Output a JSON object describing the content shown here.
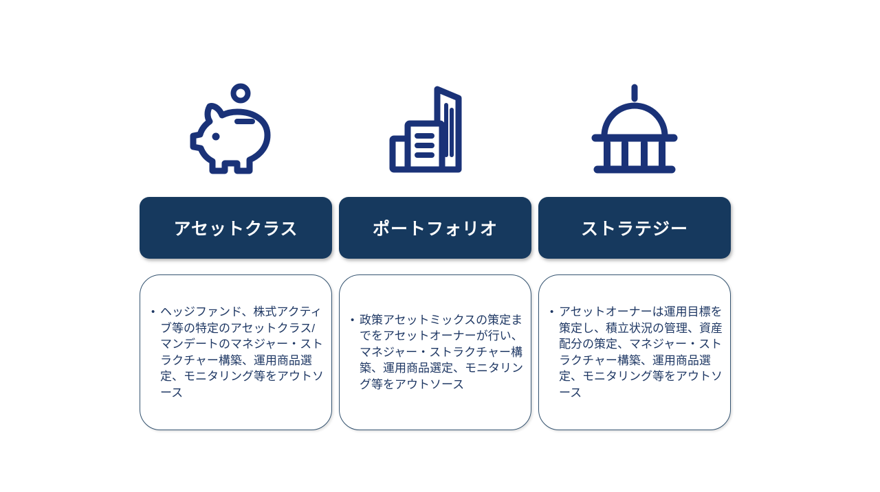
{
  "slide": {
    "background_color": "#ffffff",
    "band_color": "#16395E",
    "band_text_color": "#ffffff",
    "icon_color": "#1A3278",
    "body_text_color": "#1F3864",
    "card_border_color": "#33526F",
    "bullet_char": "•",
    "columns": [
      {
        "id": "asset-class",
        "icon": "piggy-bank-icon",
        "header": "アセットクラス",
        "body": "ヘッジファンド、株式アクティブ等の特定のアセットクラス/マンデートのマネジャー・ストラクチャー構築、運用商品選定、モニタリング等をアウトソース"
      },
      {
        "id": "portfolio",
        "icon": "city-buildings-icon",
        "header": "ポートフォリオ",
        "body": "政策アセットミックスの策定までをアセットオーナーが行い、マネジャー・ストラクチャー構築、運用商品選定、モニタリング等をアウトソース"
      },
      {
        "id": "strategy",
        "icon": "capitol-dome-icon",
        "header": "ストラテジー",
        "body": "アセットオーナーは運用目標を策定し、積立状況の管理、資産配分の策定、マネジャー・ストラクチャー構築、運用商品選定、モニタリング等をアウトソース"
      }
    ]
  }
}
